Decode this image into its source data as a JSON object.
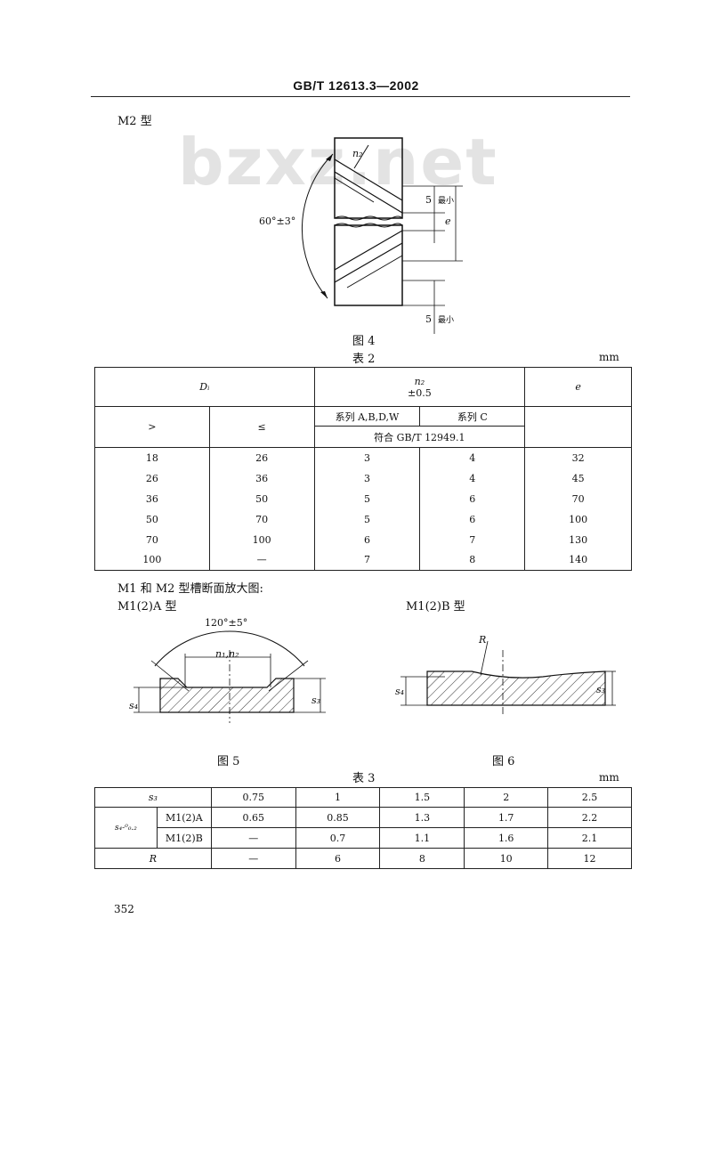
{
  "header": {
    "code": "GB/T 12613.3—2002"
  },
  "watermark": "bzxz.net",
  "figure4": {
    "type_label": "M2 型",
    "angle_label": "60°±3°",
    "n2_label": "n₂",
    "e_label": "e",
    "min5_a": "5",
    "min_text_a": "最小",
    "min5_b": "5",
    "min_text_b": "最小",
    "caption": "图 4"
  },
  "table2": {
    "caption": "表 2",
    "unit": "mm",
    "head_di": "Dᵢ",
    "head_n2": "n₂",
    "head_tol": "±0.5",
    "head_e": "e",
    "head_gt": ">",
    "head_le": "≤",
    "head_series_abdw": "系列 A,B,D,W",
    "head_series_c": "系列 C",
    "head_conform": "符合 GB/T 12949.1",
    "rows": [
      [
        "18",
        "26",
        "3",
        "4",
        "32"
      ],
      [
        "26",
        "36",
        "3",
        "4",
        "45"
      ],
      [
        "36",
        "50",
        "5",
        "6",
        "70"
      ],
      [
        "50",
        "70",
        "5",
        "6",
        "100"
      ],
      [
        "70",
        "100",
        "6",
        "7",
        "130"
      ],
      [
        "100",
        "—",
        "7",
        "8",
        "140"
      ]
    ]
  },
  "section": {
    "title": "M1 和 M2 型槽断面放大图:",
    "typeA": "M1(2)A 型",
    "typeB": "M1(2)B 型"
  },
  "figure5": {
    "angle_label": "120°±5°",
    "n_label": "n₁,n₂",
    "s4_label": "s₄",
    "s3_label": "s₃",
    "caption": "图 5"
  },
  "figure6": {
    "r_label": "R",
    "s4_label": "s₄",
    "s3_label": "s₃",
    "caption": "图 6"
  },
  "table3": {
    "caption": "表 3",
    "unit": "mm",
    "row_s3_label": "s₃",
    "s3_values": [
      "0.75",
      "1",
      "1.5",
      "2",
      "2.5"
    ],
    "s4_label": "s₄-⁰₀.₂",
    "m1a_label": "M1(2)A",
    "m1a_values": [
      "0.65",
      "0.85",
      "1.3",
      "1.7",
      "2.2"
    ],
    "m1b_label": "M1(2)B",
    "m1b_values": [
      "—",
      "0.7",
      "1.1",
      "1.6",
      "2.1"
    ],
    "r_label": "R",
    "r_values": [
      "—",
      "6",
      "8",
      "10",
      "12"
    ]
  },
  "footer": {
    "page_number": "352"
  }
}
